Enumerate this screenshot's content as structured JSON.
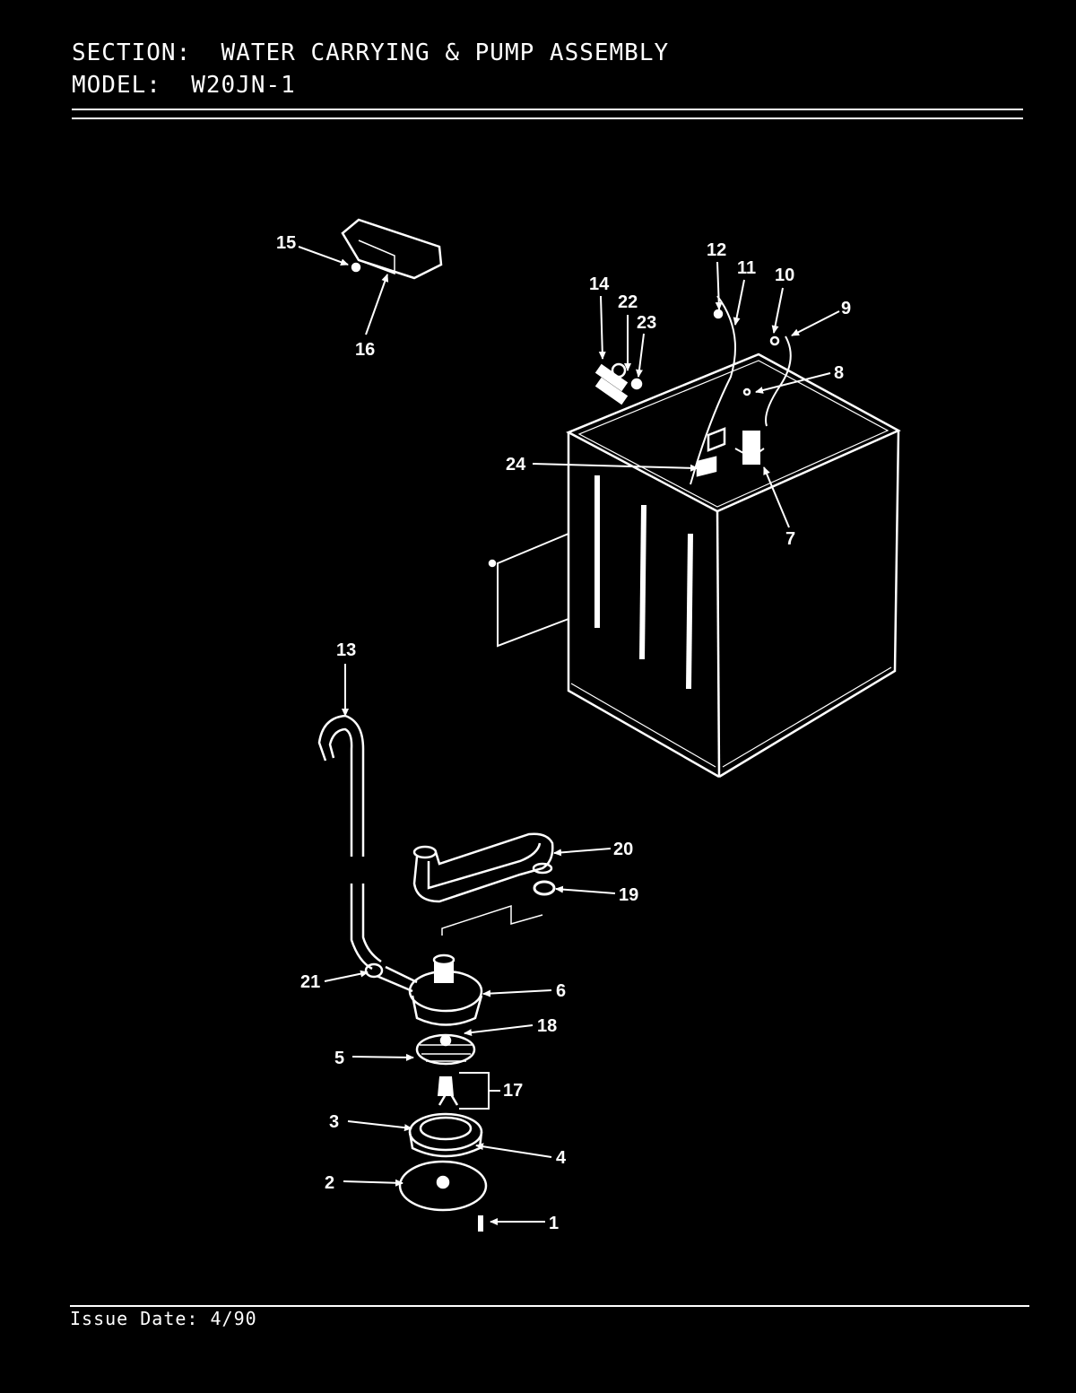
{
  "header": {
    "section_label": "SECTION:",
    "section_value": "WATER CARRYING & PUMP ASSEMBLY",
    "model_label": "MODEL:",
    "model_value": "W20JN-1"
  },
  "callouts": {
    "c1": "1",
    "c2": "2",
    "c3": "3",
    "c4": "4",
    "c5": "5",
    "c6": "6",
    "c7": "7",
    "c8": "8",
    "c9": "9",
    "c10": "10",
    "c11": "11",
    "c12": "12",
    "c13": "13",
    "c14": "14",
    "c15": "15",
    "c16": "16",
    "c17": "17",
    "c18": "18",
    "c19": "19",
    "c20": "20",
    "c21": "21",
    "c22": "22",
    "c23": "23",
    "c24": "24"
  },
  "footer": {
    "issue_date": "Issue Date: 4/90"
  }
}
